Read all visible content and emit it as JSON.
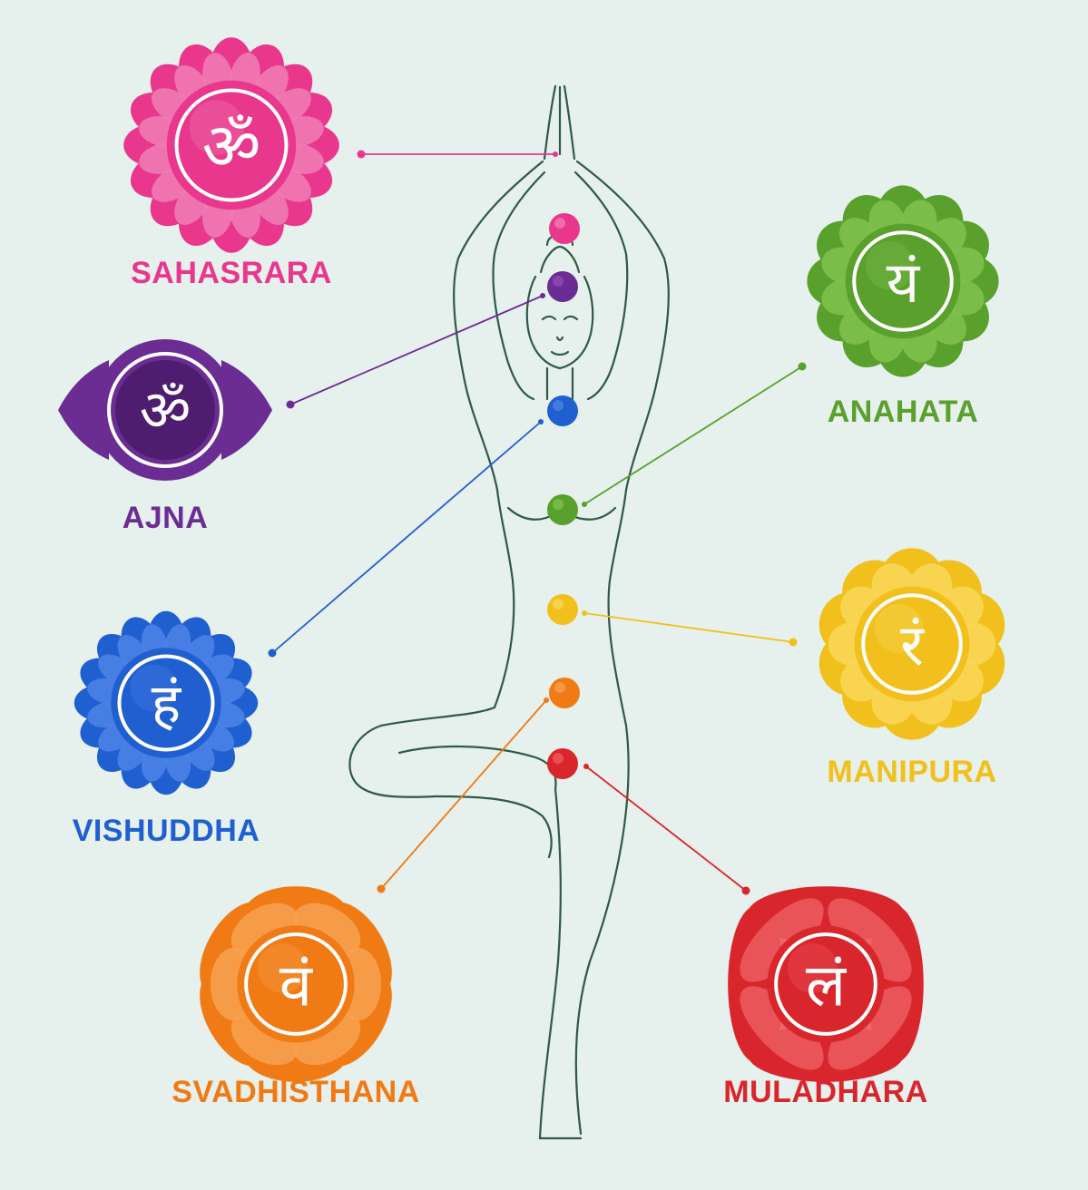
{
  "chakras": [
    {
      "id": "sahasrara",
      "name": "SAHASRARA",
      "seed": "ॐ",
      "color": "#e8378c",
      "light": "#f07ab2",
      "dark": "#c4246f",
      "petals": 16,
      "shape": "lotus"
    },
    {
      "id": "ajna",
      "name": "AJNA",
      "seed": "ॐ",
      "color": "#6b2c94",
      "light": "#8e4cb8",
      "dark": "#4f1d70",
      "petals": 2,
      "shape": "wings"
    },
    {
      "id": "vishuddha",
      "name": "VISHUDDHA",
      "seed": "हं",
      "color": "#1f5fd0",
      "light": "#4b82e6",
      "dark": "#1848a8",
      "petals": 16,
      "shape": "lotus"
    },
    {
      "id": "anahata",
      "name": "ANAHATA",
      "seed": "यं",
      "color": "#5aa02c",
      "light": "#7dc04c",
      "dark": "#3f7f1c",
      "petals": 12,
      "shape": "lotus"
    },
    {
      "id": "manipura",
      "name": "MANIPURA",
      "seed": "रं",
      "color": "#f2c01c",
      "light": "#f8d658",
      "dark": "#d9a508",
      "petals": 10,
      "shape": "lotus"
    },
    {
      "id": "svadhisthana",
      "name": "SVADHISTHANA",
      "seed": "वं",
      "color": "#f07a14",
      "light": "#f6a04e",
      "dark": "#d45e08",
      "petals": 6,
      "shape": "lotus"
    },
    {
      "id": "muladhara",
      "name": "MULADHARA",
      "seed": "लं",
      "color": "#d9262c",
      "light": "#ea5a5e",
      "dark": "#b0141c",
      "petals": 4,
      "shape": "lotus"
    }
  ],
  "colors": {
    "background": "#e6f0ec",
    "outline": "#2f5a45"
  }
}
